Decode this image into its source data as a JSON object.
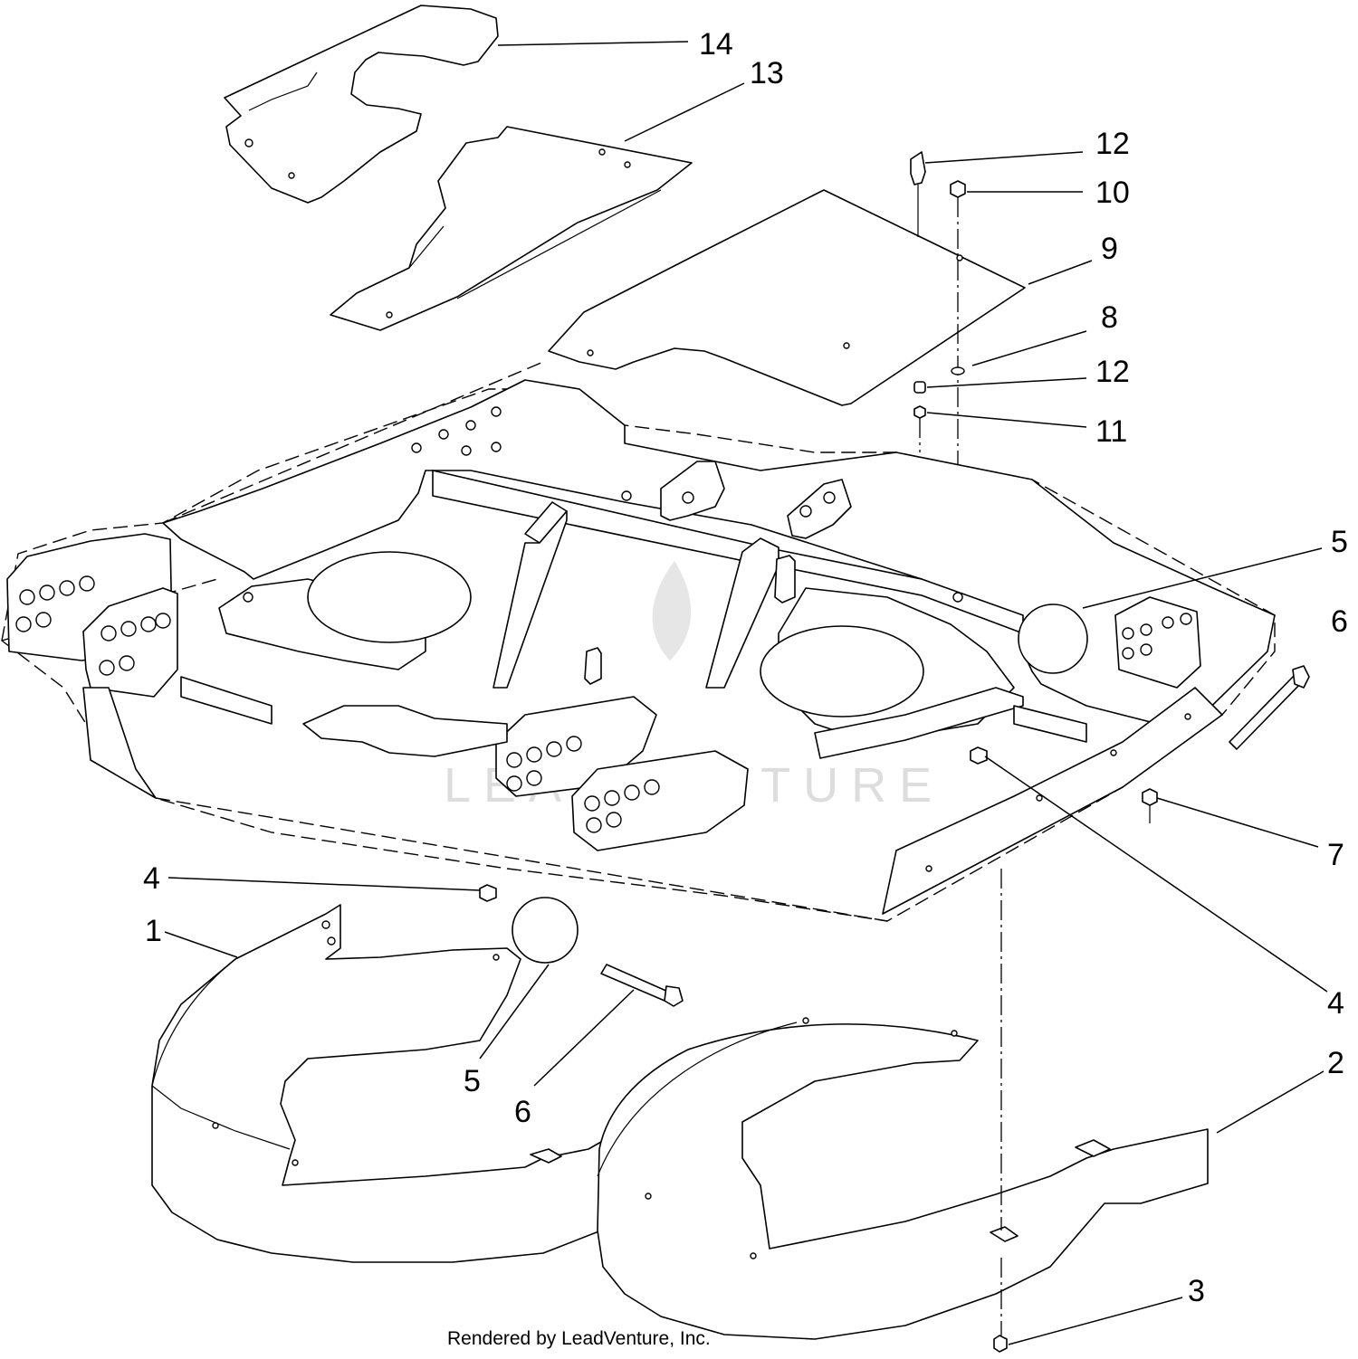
{
  "callouts": [
    {
      "id": "c14",
      "label": "14"
    },
    {
      "id": "c13",
      "label": "13"
    },
    {
      "id": "c12a",
      "label": "12"
    },
    {
      "id": "c10",
      "label": "10"
    },
    {
      "id": "c9",
      "label": "9"
    },
    {
      "id": "c8",
      "label": "8"
    },
    {
      "id": "c12b",
      "label": "12"
    },
    {
      "id": "c11",
      "label": "11"
    },
    {
      "id": "c5a",
      "label": "5"
    },
    {
      "id": "c6a",
      "label": "6"
    },
    {
      "id": "c7",
      "label": "7"
    },
    {
      "id": "c4a",
      "label": "4"
    },
    {
      "id": "c4b",
      "label": "4"
    },
    {
      "id": "c1",
      "label": "1"
    },
    {
      "id": "c5b",
      "label": "5"
    },
    {
      "id": "c6b",
      "label": "6"
    },
    {
      "id": "c2",
      "label": "2"
    },
    {
      "id": "c3",
      "label": "3"
    }
  ],
  "footer": {
    "text": "Rendered by LeadVenture, Inc."
  },
  "watermark": {
    "text": "LEADVENTURE",
    "color": "#dddddd"
  },
  "colors": {
    "line": "#000000",
    "background": "#ffffff"
  }
}
